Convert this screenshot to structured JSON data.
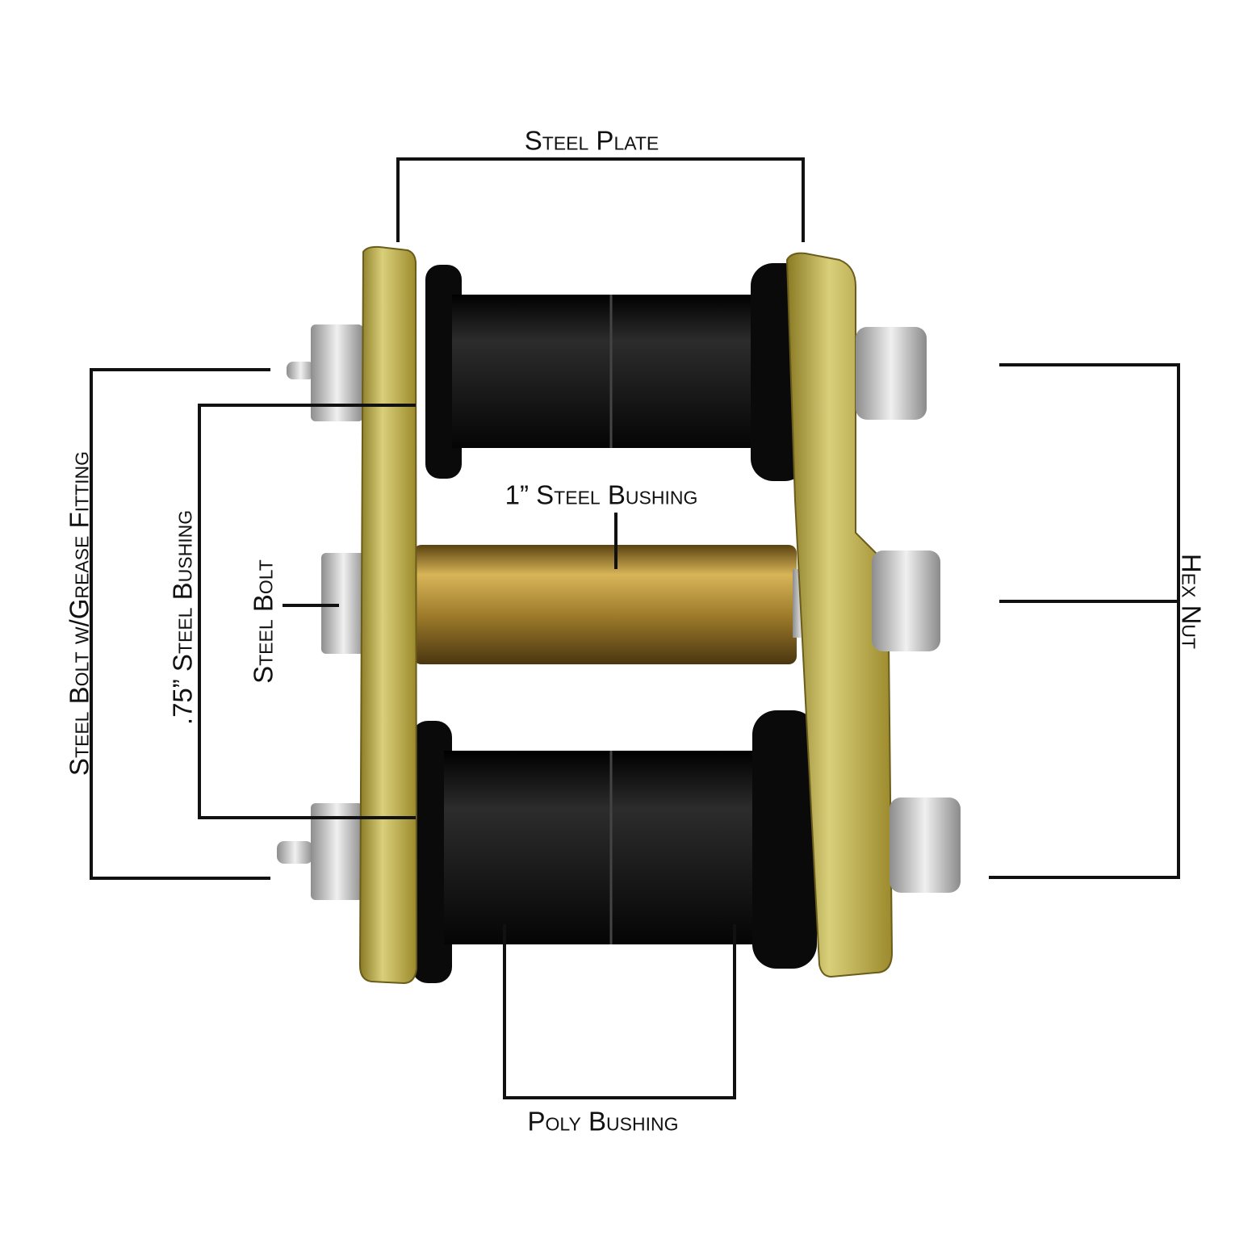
{
  "title": "Shackle Kit Components",
  "labels": {
    "steel_plate": "Steel Plate",
    "steel_bushing_1in": "1” Steel Bushing",
    "steel_bolt": "Steel Bolt",
    "steel_bushing_075": ".75” Steel Bushing",
    "steel_bolt_grease": "Steel Bolt w/Grease Fitting",
    "hex_nut": "Hex Nut",
    "poly_bushing": "Poly Bushing"
  },
  "colors": {
    "line": "#111111",
    "plate": "#b9a845",
    "bushing_poly": "#141414",
    "bushing_steel": "#a8862f",
    "nut": "#c9c9c9"
  }
}
